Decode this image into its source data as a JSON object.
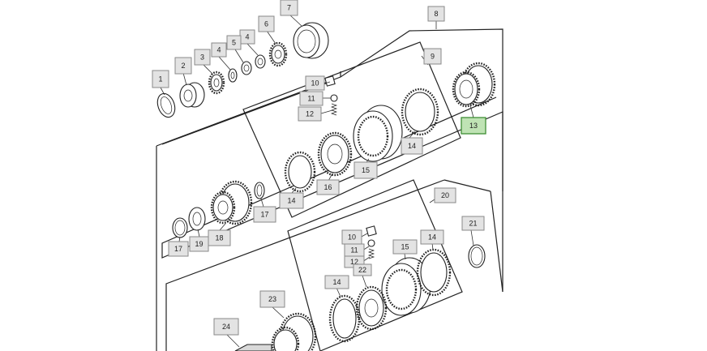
{
  "diagram": {
    "selected_callout": "13",
    "callouts": [
      "1",
      "2",
      "3",
      "4",
      "4",
      "5",
      "6",
      "7",
      "8",
      "9",
      "10",
      "11",
      "12",
      "13",
      "14",
      "14",
      "15",
      "16",
      "17",
      "17",
      "18",
      "19",
      "20",
      "21",
      "10",
      "11",
      "12",
      "22",
      "15",
      "14",
      "14",
      "23",
      "24"
    ]
  }
}
